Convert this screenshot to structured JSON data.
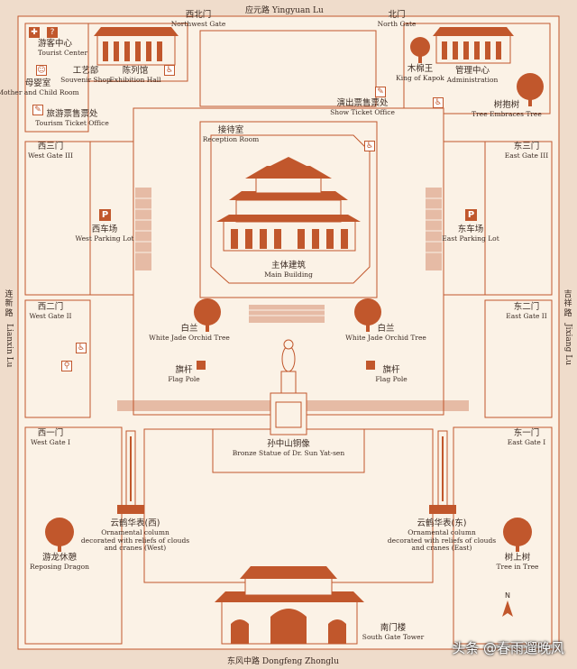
{
  "colors": {
    "background": "#fbf2e6",
    "road": "#efdccb",
    "outline": "#c1572c",
    "accent": "#c1572c",
    "text": "#3a2a22"
  },
  "roads": {
    "north": {
      "zh": "应元路",
      "en": "Yingyuan Lu"
    },
    "south": {
      "zh": "东风中路",
      "en": "Dongfeng Zhonglu"
    },
    "west": {
      "zh": "连新路",
      "en": "Lianxin Lu"
    },
    "east": {
      "zh": "吉祥路",
      "en": "Jixiang Lu"
    }
  },
  "gates": {
    "northwest": {
      "zh": "西北门",
      "en": "Northwest Gate"
    },
    "north": {
      "zh": "北门",
      "en": "North Gate"
    },
    "west3": {
      "zh": "西三门",
      "en": "West Gate III"
    },
    "west2": {
      "zh": "西二门",
      "en": "West Gate II"
    },
    "west1": {
      "zh": "西一门",
      "en": "West Gate I"
    },
    "east3": {
      "zh": "东三门",
      "en": "East Gate III"
    },
    "east2": {
      "zh": "东二门",
      "en": "East Gate II"
    },
    "east1": {
      "zh": "东一门",
      "en": "East Gate I"
    }
  },
  "places": {
    "tourist_center": {
      "zh": "游客中心",
      "en": "Tourist Center"
    },
    "mother_child": {
      "zh": "母婴室",
      "en": "Mother and Child Room"
    },
    "ticket_office": {
      "zh": "旅游票售票处",
      "en": "Tourism Ticket Office"
    },
    "souvenir": {
      "zh": "工艺部",
      "en": "Souvenir Shop"
    },
    "exhibition": {
      "zh": "陈列馆",
      "en": "Exhibition Hall"
    },
    "kapok": {
      "zh": "木棉王",
      "en": "King of Kapok"
    },
    "administration": {
      "zh": "管理中心",
      "en": "Administration"
    },
    "tree_embraces": {
      "zh": "树抱树",
      "en": "Tree Embraces Tree"
    },
    "show_ticket": {
      "zh": "演出票售票处",
      "en": "Show Ticket Office"
    },
    "reception": {
      "zh": "接待室",
      "en": "Reception Room"
    },
    "west_parking": {
      "zh": "西车场",
      "en": "West Parking Lot"
    },
    "east_parking": {
      "zh": "东车场",
      "en": "East Parking Lot"
    },
    "main_building": {
      "zh": "主体建筑",
      "en": "Main Building"
    },
    "orchid_west": {
      "zh": "白兰",
      "en": "White Jade Orchid Tree"
    },
    "orchid_east": {
      "zh": "白兰",
      "en": "White Jade Orchid Tree"
    },
    "flag_west": {
      "zh": "旗杆",
      "en": "Flag Pole"
    },
    "flag_east": {
      "zh": "旗杆",
      "en": "Flag Pole"
    },
    "statue": {
      "zh": "孙中山铜像",
      "en": "Bronze Statue of Dr. Sun Yat-sen"
    },
    "column_west": {
      "zh": "云鹤华表(西)",
      "en1": "Ornamental column",
      "en2": "decorated with reliefs of clouds",
      "en3": "and cranes (West)"
    },
    "column_east": {
      "zh": "云鹤华表(东)",
      "en1": "Ornamental column",
      "en2": "decorated with reliefs of clouds",
      "en3": "and cranes (East)"
    },
    "reposing_dragon": {
      "zh": "游龙休憩",
      "en": "Reposing Dragon"
    },
    "tree_in_tree": {
      "zh": "树上树",
      "en": "Tree in Tree"
    },
    "south_gate": {
      "zh": "南门楼",
      "en": "South Gate Tower"
    }
  },
  "icons": {
    "parking": "P",
    "first_aid": "✚",
    "info": "?",
    "accessible": "♿"
  },
  "compass": "N",
  "watermark": "头条 @春雨遛晚风"
}
